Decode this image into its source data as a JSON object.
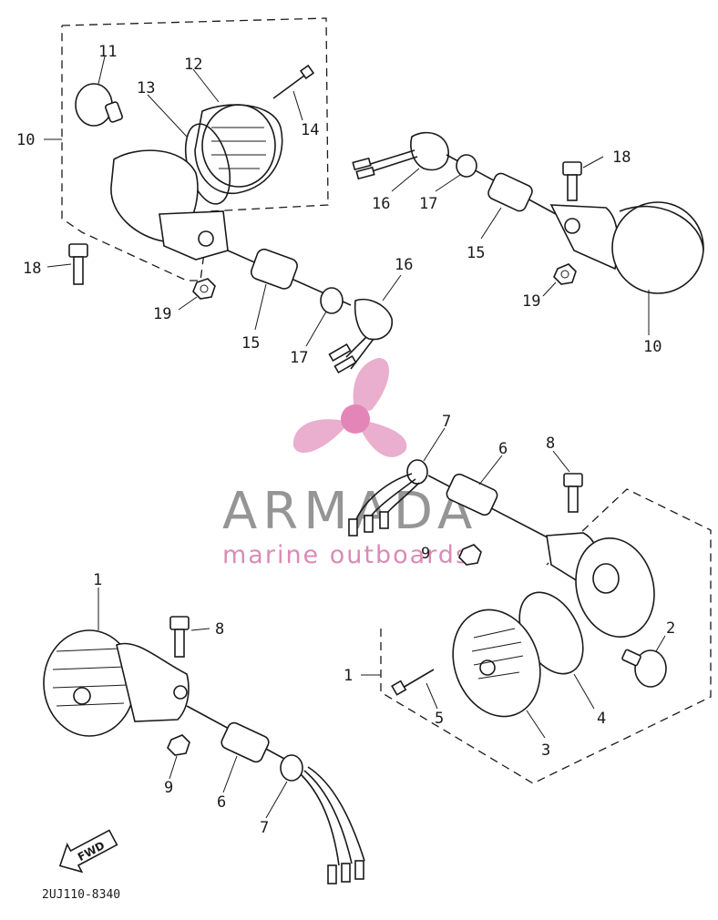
{
  "diagram": {
    "part_labels": {
      "upper_left": [
        "10",
        "11",
        "12",
        "13",
        "14",
        "18",
        "19",
        "15",
        "17",
        "16"
      ],
      "upper_right": [
        "16",
        "17",
        "18",
        "15",
        "19",
        "10"
      ],
      "lower_right": [
        "7",
        "6",
        "8",
        "9",
        "2",
        "1",
        "5",
        "4",
        "3"
      ],
      "lower_left": [
        "1",
        "8",
        "9",
        "6",
        "7"
      ]
    },
    "fwd_arrow_label": "FWD",
    "drawing_code": "2UJ110-8340"
  },
  "watermark": {
    "brand": "ARMADA",
    "tagline": "marine outboards",
    "logo_color": "#e8a6c9",
    "logo_center_color": "#e07ab0"
  }
}
